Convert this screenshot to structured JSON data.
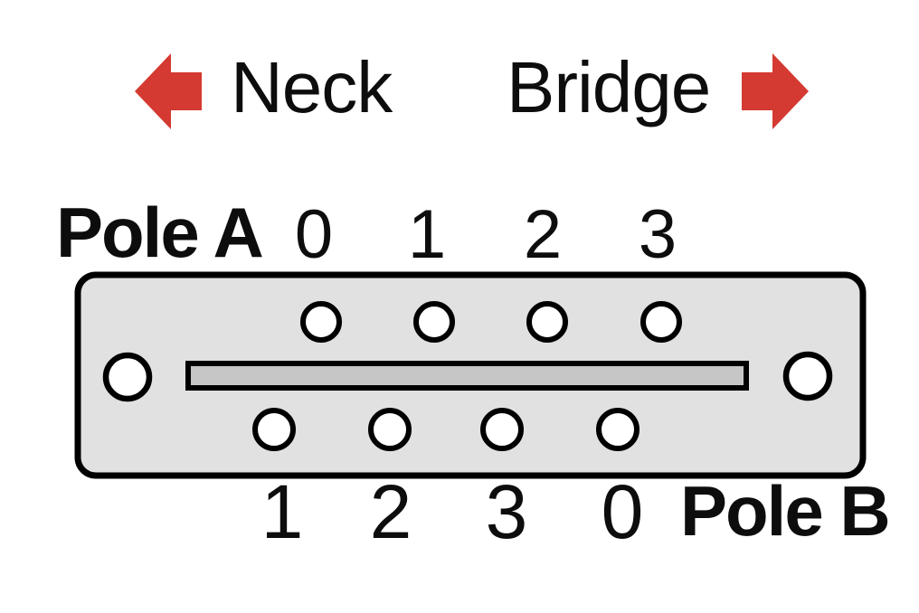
{
  "header": {
    "left_direction": "Neck",
    "right_direction": "Bridge"
  },
  "pole_a": {
    "label": "Pole A",
    "terminals": [
      "0",
      "1",
      "2",
      "3"
    ]
  },
  "pole_b": {
    "label": "Pole B",
    "terminals": [
      "1",
      "2",
      "3",
      "0"
    ]
  },
  "icons": {
    "left": "arrow-left-icon",
    "right": "arrow-right-icon"
  },
  "colors": {
    "arrow_red": "#d43a31",
    "body_fill": "#e1e1e1",
    "slot_fill": "#c6c6c6",
    "outline": "#000000",
    "text": "#0d0d0d"
  }
}
